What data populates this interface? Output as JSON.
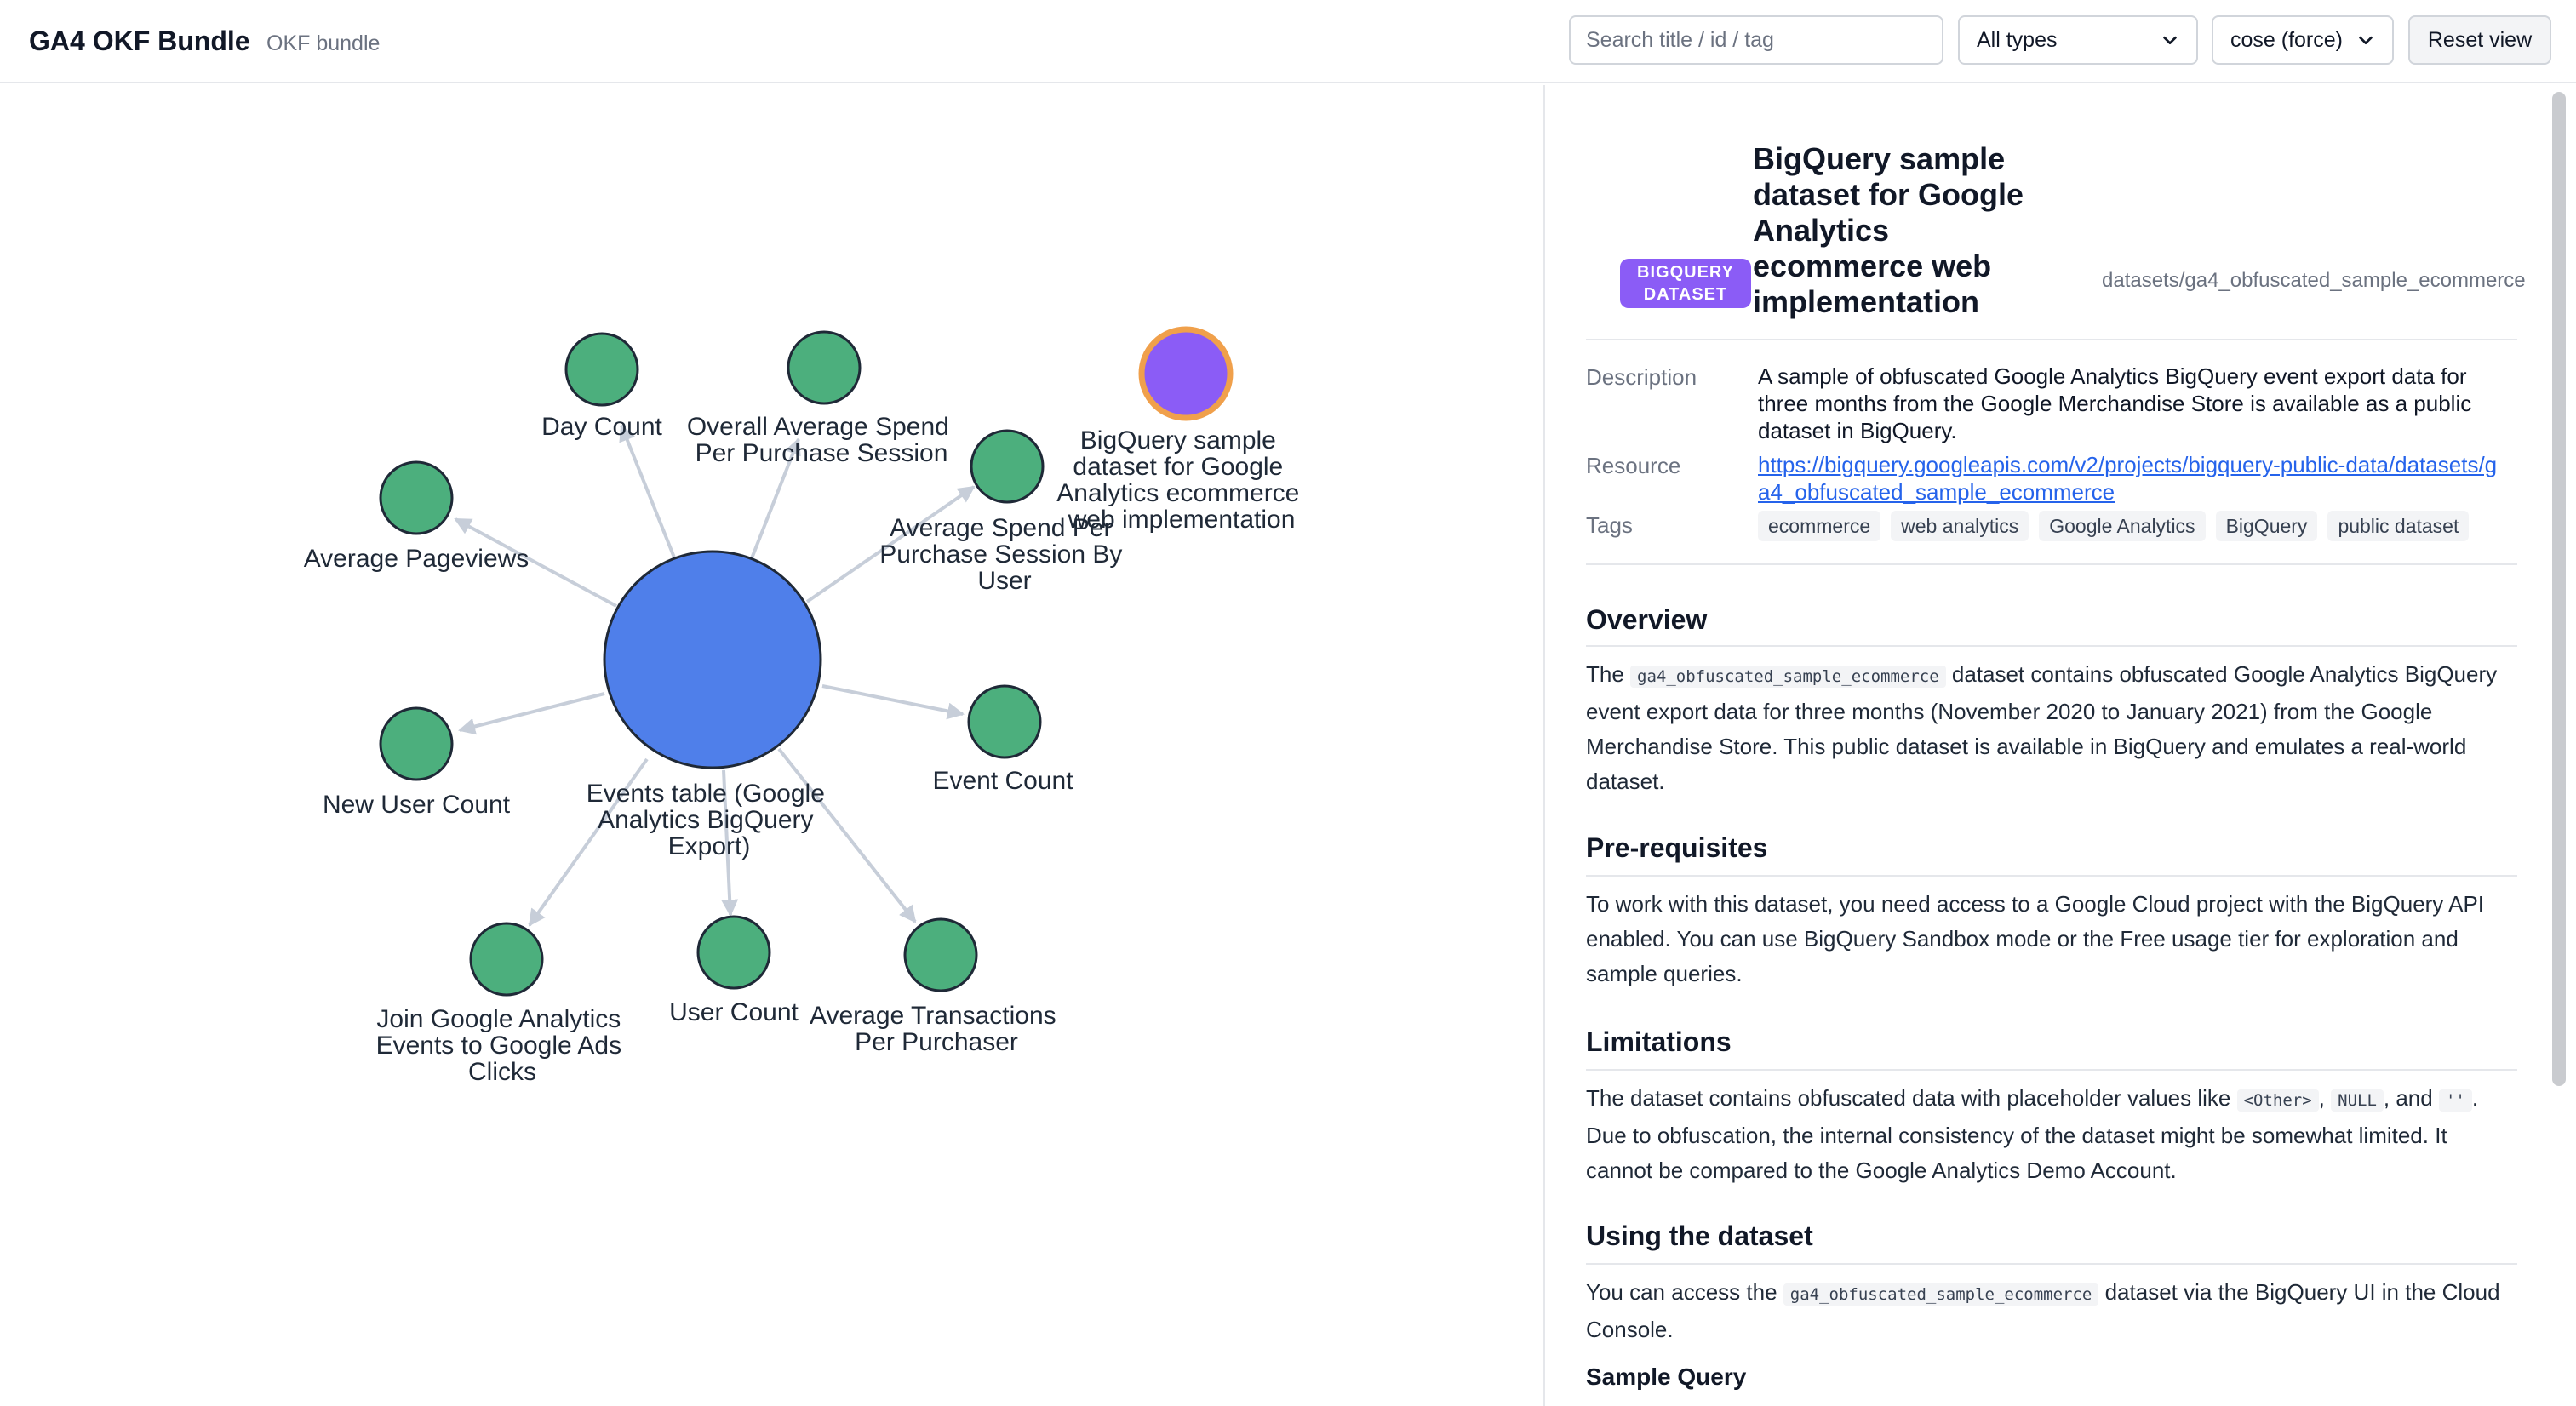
{
  "header": {
    "title": "GA4 OKF Bundle",
    "subtitle": "OKF bundle",
    "search_placeholder": "Search title / id / tag",
    "type_filter": "All types",
    "layout_select": "cose (force)",
    "reset_label": "Reset view"
  },
  "graph": {
    "center": "Events table (Google Analytics BigQuery Export)",
    "nodes": {
      "day_count": "Day Count",
      "overall_avg_spend": "Overall Average Spend Per Purchase Session",
      "avg_spend_by_user": "Average Spend Per Purchase Session By User",
      "avg_pageviews": "Average Pageviews",
      "new_user_count": "New User Count",
      "event_count": "Event Count",
      "join_ads": "Join Google Analytics Events to Google Ads Clicks",
      "user_count": "User Count",
      "avg_transactions": "Average Transactions Per Purchaser",
      "bigquery_dataset": "BigQuery sample dataset for Google Analytics ecommerce web implementation"
    },
    "colors": {
      "center": "#4f7fea",
      "leaf": "#4caf7d",
      "selected": "#8b5cf6",
      "selected_ring": "#f0a04b",
      "edge": "#c7ced9"
    }
  },
  "detail": {
    "badge": "BIGQUERY DATASET",
    "title": "BigQuery sample dataset for Google Analytics ecommerce web implementation",
    "id": "datasets/ga4_obfuscated_sample_ecommerce",
    "description_label": "Description",
    "description": "A sample of obfuscated Google Analytics BigQuery event export data for three months from the Google Merchandise Store is available as a public dataset in BigQuery.",
    "resource_label": "Resource",
    "resource": "https://bigquery.googleapis.com/v2/projects/bigquery-public-data/datasets/ga4_obfuscated_sample_ecommerce",
    "tags_label": "Tags",
    "tags": [
      "ecommerce",
      "web analytics",
      "Google Analytics",
      "BigQuery",
      "public dataset"
    ],
    "overview_heading": "Overview",
    "overview": {
      "pre": "The ",
      "code": "ga4_obfuscated_sample_ecommerce",
      "post": " dataset contains obfuscated Google Analytics BigQuery event export data for three months (November 2020 to January 2021) from the Google Merchandise Store. This public dataset is available in BigQuery and emulates a real-world dataset."
    },
    "prereq_heading": "Pre-requisites",
    "prereq": "To work with this dataset, you need access to a Google Cloud project with the BigQuery API enabled. You can use BigQuery Sandbox mode or the Free usage tier for exploration and sample queries.",
    "limitations_heading": "Limitations",
    "limitations": {
      "pre": "The dataset contains obfuscated data with placeholder values like ",
      "code1": "<Other>",
      "sep1": ", ",
      "code2": "NULL",
      "sep2": ", and ",
      "code3": "''",
      "post": ". Due to obfuscation, the internal consistency of the dataset might be somewhat limited. It cannot be compared to the Google Analytics Demo Account."
    },
    "using_heading": "Using the dataset",
    "using": {
      "pre": "You can access the ",
      "code": "ga4_obfuscated_sample_ecommerce",
      "post": " dataset via the BigQuery UI in the Cloud Console."
    },
    "sample_heading": "Sample Query"
  }
}
